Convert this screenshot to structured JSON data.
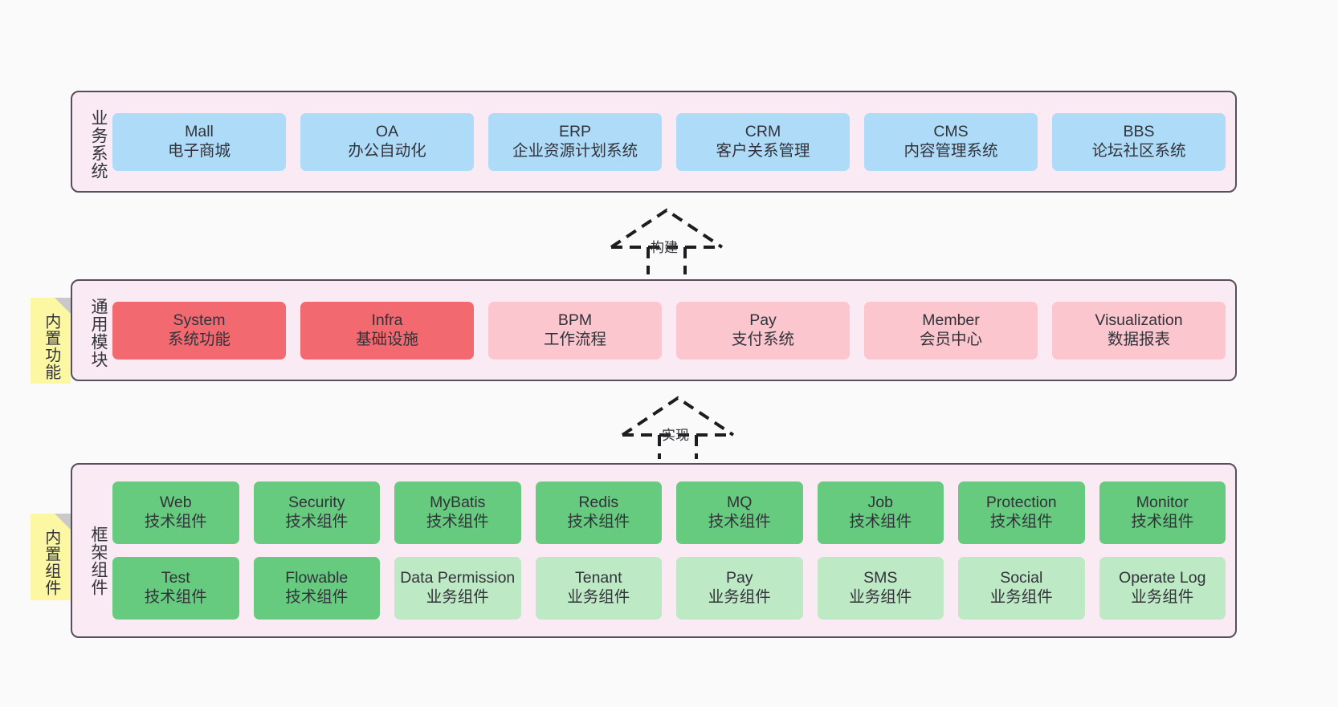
{
  "diagram": {
    "background_color": "#fafafa",
    "layer_fill": "#f9eaf4",
    "layer_border": "#55505c",
    "colors": {
      "blue": "#aedcf8",
      "red": "#f26a6f",
      "pink": "#fbc6ce",
      "green": "#66cb7e",
      "green_light": "#bde9c5",
      "note_yellow": "#fbf7a2",
      "note_fold": "#c9c9c9",
      "text": "#33333a"
    }
  },
  "layers": {
    "business": {
      "title": "业务系统",
      "cards": [
        {
          "name": "Mall",
          "desc": "电子商城",
          "color": "blue"
        },
        {
          "name": "OA",
          "desc": "办公自动化",
          "color": "blue"
        },
        {
          "name": "ERP",
          "desc": "企业资源计划系统",
          "color": "blue"
        },
        {
          "name": "CRM",
          "desc": "客户关系管理",
          "color": "blue"
        },
        {
          "name": "CMS",
          "desc": "内容管理系统",
          "color": "blue"
        },
        {
          "name": "BBS",
          "desc": "论坛社区系统",
          "color": "blue"
        }
      ]
    },
    "common": {
      "title": "通用模块",
      "note": "内置功能",
      "cards": [
        {
          "name": "System",
          "desc": "系统功能",
          "color": "red"
        },
        {
          "name": "Infra",
          "desc": "基础设施",
          "color": "red"
        },
        {
          "name": "BPM",
          "desc": "工作流程",
          "color": "pink"
        },
        {
          "name": "Pay",
          "desc": "支付系统",
          "color": "pink"
        },
        {
          "name": "Member",
          "desc": "会员中心",
          "color": "pink"
        },
        {
          "name": "Visualization",
          "desc": "数据报表",
          "color": "pink"
        }
      ]
    },
    "framework": {
      "title": "框架组件",
      "note": "内置组件",
      "row1": [
        {
          "name": "Web",
          "desc": "技术组件",
          "color": "green"
        },
        {
          "name": "Security",
          "desc": "技术组件",
          "color": "green"
        },
        {
          "name": "MyBatis",
          "desc": "技术组件",
          "color": "green"
        },
        {
          "name": "Redis",
          "desc": "技术组件",
          "color": "green"
        },
        {
          "name": "MQ",
          "desc": "技术组件",
          "color": "green"
        },
        {
          "name": "Job",
          "desc": "技术组件",
          "color": "green"
        },
        {
          "name": "Protection",
          "desc": "技术组件",
          "color": "green"
        },
        {
          "name": "Monitor",
          "desc": "技术组件",
          "color": "green"
        }
      ],
      "row2": [
        {
          "name": "Test",
          "desc": "技术组件",
          "color": "green"
        },
        {
          "name": "Flowable",
          "desc": "技术组件",
          "color": "green"
        },
        {
          "name": "Data Permission",
          "desc": "业务组件",
          "color": "green_light"
        },
        {
          "name": "Tenant",
          "desc": "业务组件",
          "color": "green_light"
        },
        {
          "name": "Pay",
          "desc": "业务组件",
          "color": "green_light"
        },
        {
          "name": "SMS",
          "desc": "业务组件",
          "color": "green_light"
        },
        {
          "name": "Social",
          "desc": "业务组件",
          "color": "green_light"
        },
        {
          "name": "Operate Log",
          "desc": "业务组件",
          "color": "green_light"
        }
      ]
    }
  },
  "arrows": [
    {
      "label": "构建",
      "from": "common",
      "to": "business"
    },
    {
      "label": "实现",
      "from": "framework",
      "to": "common"
    }
  ]
}
